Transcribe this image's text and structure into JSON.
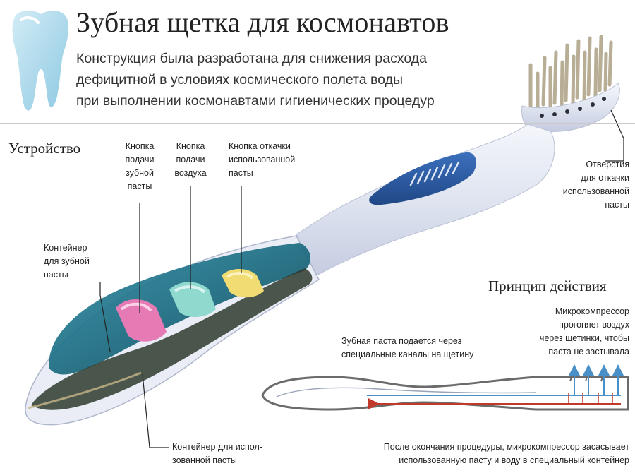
{
  "header": {
    "title": "Зубная щетка для космонавтов",
    "subtitle_lines": [
      "Конструкция была разработана для снижения расхода",
      "дефицитной в условиях космического полета воды",
      "при выполнении космонавтами гигиенических процедур"
    ]
  },
  "device": {
    "heading": "Устройство",
    "labels": {
      "paste_button": [
        "Кнопка",
        "подачи",
        "зубной",
        "пасты"
      ],
      "air_button": [
        "Кнопка",
        "подачи",
        "воздуха"
      ],
      "pump_button": [
        "Кнопка откачки",
        "использованной",
        "пасты"
      ],
      "holes": [
        "Отверстия",
        "для откачки",
        "использованной",
        "пасты"
      ],
      "paste_container": [
        "Контейнер",
        "для зубной",
        "пасты"
      ],
      "waste_container": [
        "Контейнер для испол-",
        "зованной пасты"
      ]
    }
  },
  "principle": {
    "heading": "Принцип действия",
    "microcompressor": [
      "Микрокомпрессор",
      "прогоняет воздух",
      "через щетинки, чтобы",
      "паста не застывала"
    ],
    "paste_feed": [
      "Зубная паста подается через",
      "специальные каналы на щетину"
    ],
    "after": [
      "После окончания процедуры, микрокомпрессор засасывает",
      "использованную пасту и воду в специальный контейнер"
    ]
  },
  "colors": {
    "tooth": "#a8d8ec",
    "handle_blue": "#2a5aa3",
    "container_teal": "#1f7b8e",
    "button_pink": "#e67ab5",
    "button_mint": "#8fd9cf",
    "button_yellow": "#f0dc72",
    "arrow_blue": "#4a90c8",
    "arrow_red": "#c0392b"
  },
  "icons": [
    "tooth-icon"
  ]
}
